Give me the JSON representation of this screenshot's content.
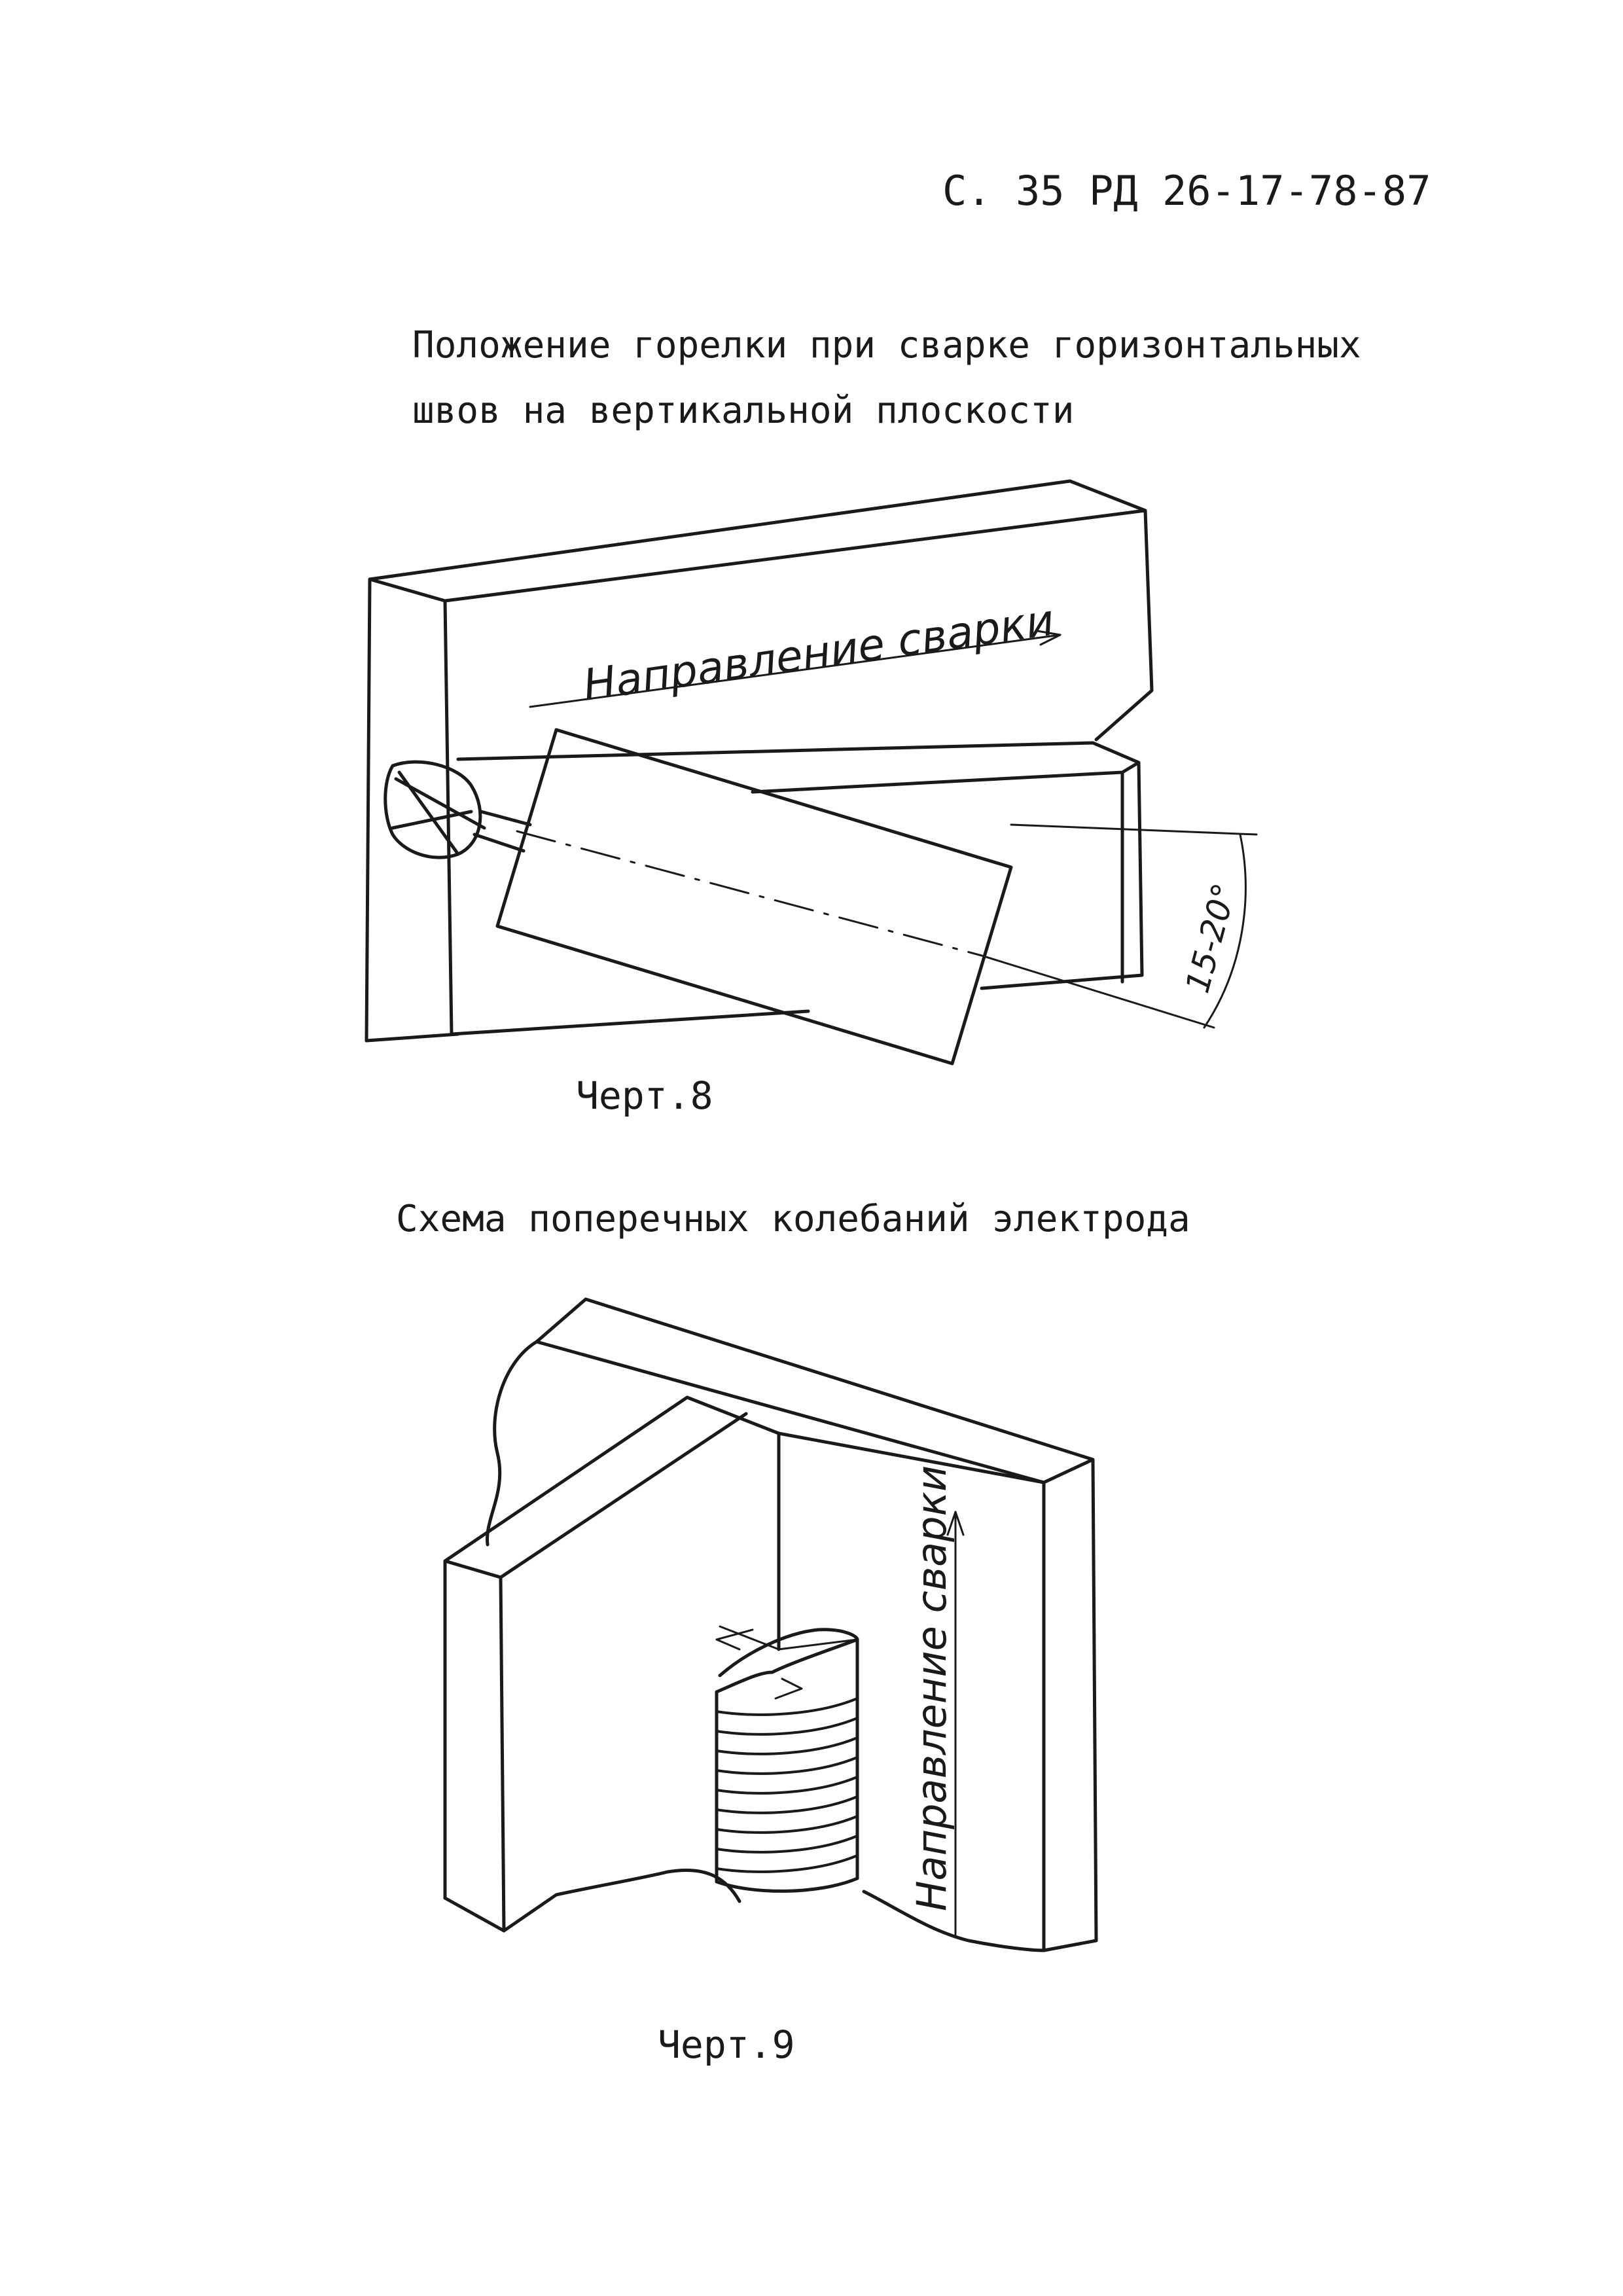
{
  "header": {
    "page_ref": "С. 35 РД 26-17-78-87"
  },
  "figure_8": {
    "title_line_1": "Положение горелки при сварке горизонтальных",
    "title_line_2": "швов на вертикальной плоскости",
    "direction_label": "Направление сварки",
    "angle_label": "15-20°",
    "caption": "Черт.8"
  },
  "figure_9": {
    "title": "Схема поперечных колебаний электрода",
    "direction_label": "Направление сварки",
    "caption": "Черт.9"
  }
}
